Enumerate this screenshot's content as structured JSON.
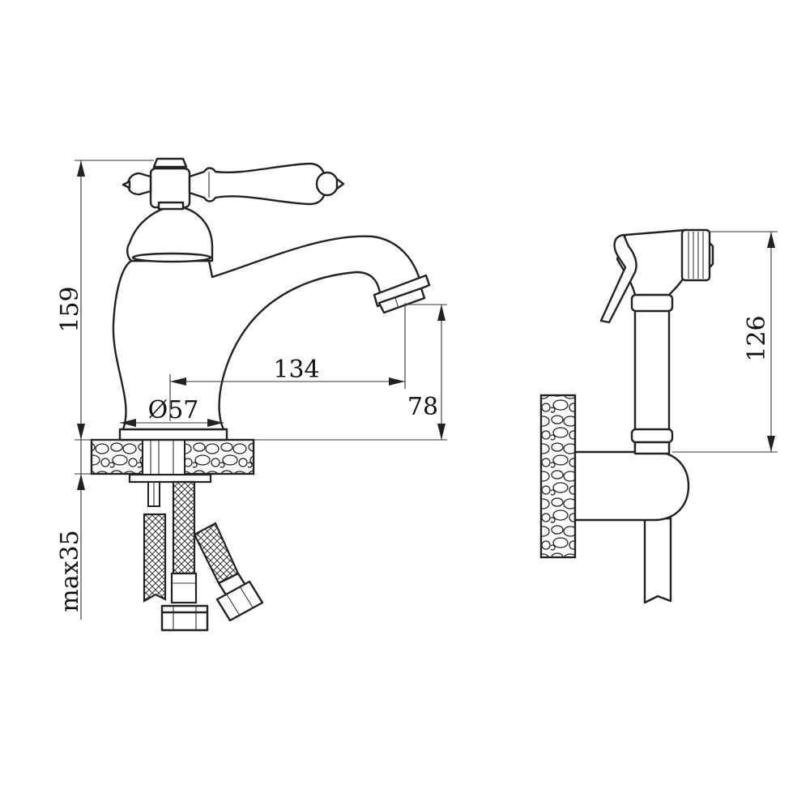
{
  "dimensions": {
    "height_total": "159",
    "spout_reach": "134",
    "base_diameter": "Ø57",
    "spout_height": "78",
    "max_thickness": "max35",
    "shower_height": "126"
  }
}
